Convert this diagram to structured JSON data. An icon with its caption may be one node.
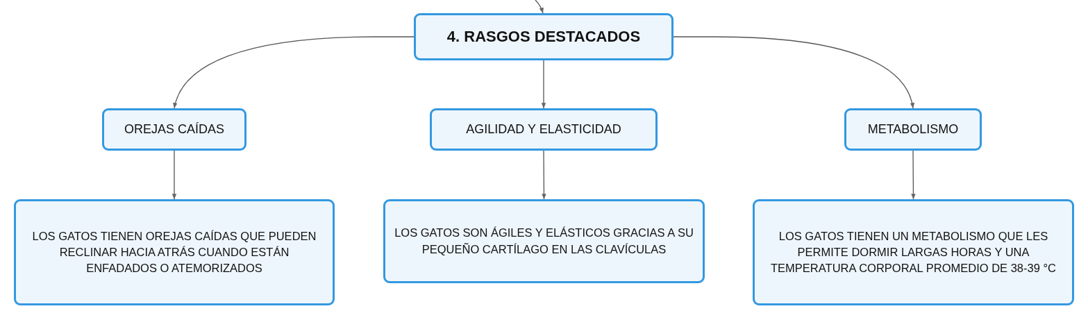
{
  "diagram": {
    "nodes": [
      {
        "text": [
          "4. RASGOS DESTACADOS"
        ]
      },
      {
        "text": [
          "OREJAS CAÍDAS"
        ]
      },
      {
        "text": [
          "AGILIDAD Y ELASTICIDAD"
        ]
      },
      {
        "text": [
          "METABOLISMO"
        ]
      },
      {
        "text": [
          "LOS GATOS TIENEN OREJAS CAÍDAS QUE PUEDEN RECLINAR HACIA ATRÁS CUANDO ESTÁN ENFADADOS O ATEMORIZADOS"
        ]
      },
      {
        "text": [
          "LOS GATOS SON ÁGILES Y ELÁSTICOS GRACIAS A SU PEQUEÑO CARTÍLAGO EN LAS CLAVÍCULAS"
        ]
      },
      {
        "text": [
          "LOS GATOS TIENEN UN METABOLISMO QUE LES PERMITE DORMIR LARGAS HORAS Y UNA TEMPERATURA CORPORAL PROMEDIO DE 38-39 °C"
        ]
      }
    ],
    "edges": [
      {
        "from": null,
        "to": 0,
        "arrow": "to"
      },
      {
        "from": 0,
        "to": 1,
        "arrow": "to"
      },
      {
        "from": 0,
        "to": 2,
        "arrow": "to"
      },
      {
        "from": 0,
        "to": 3,
        "arrow": "to"
      },
      {
        "from": 1,
        "to": 4,
        "arrow": "to"
      },
      {
        "from": 2,
        "to": 5,
        "arrow": "to"
      },
      {
        "from": 3,
        "to": 6,
        "arrow": "to"
      }
    ]
  }
}
